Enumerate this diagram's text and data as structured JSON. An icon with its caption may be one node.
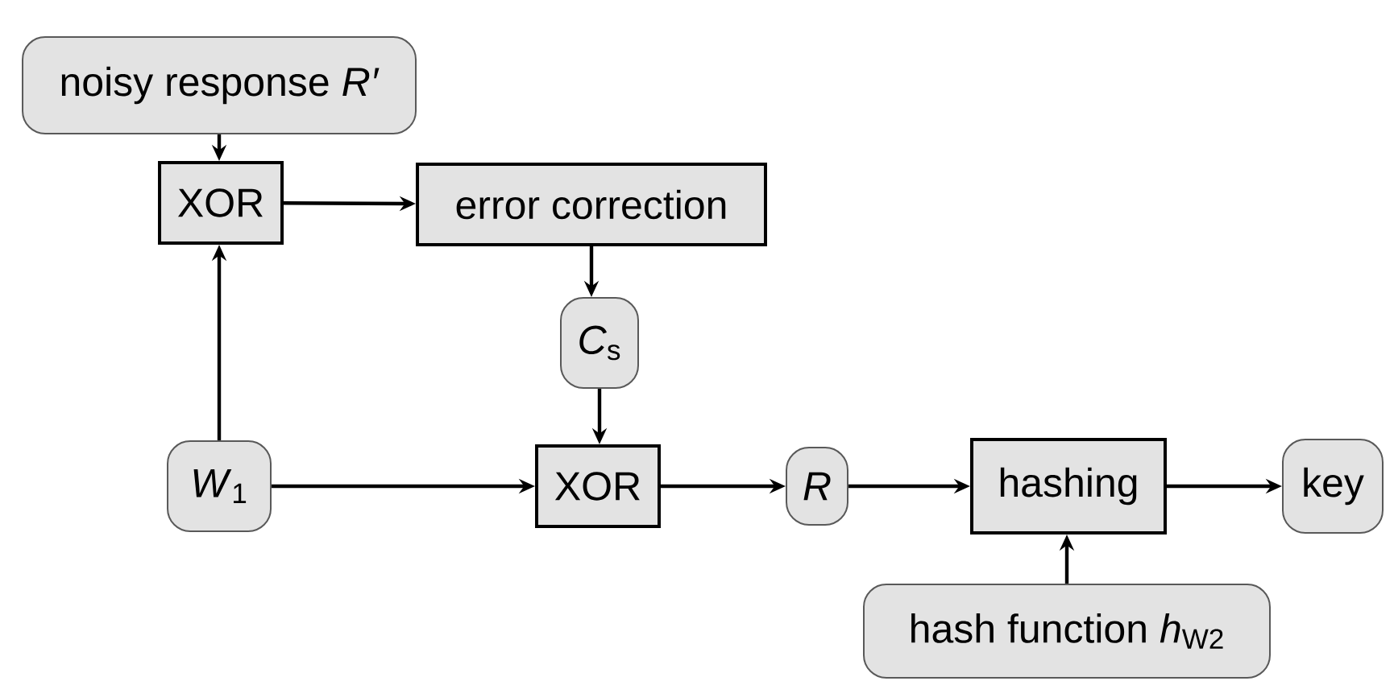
{
  "diagram": {
    "nodes": [
      {
        "text": [
          "noisy response *R′*"
        ]
      },
      {
        "text": [
          "XOR"
        ]
      },
      {
        "text": [
          "error correction"
        ]
      },
      {
        "text": [
          "*C*$_{s}$"
        ]
      },
      {
        "text": [
          "*W*$_{1}$"
        ]
      },
      {
        "text": [
          "XOR"
        ]
      },
      {
        "text": [
          "*R*"
        ]
      },
      {
        "text": [
          "hashing"
        ]
      },
      {
        "text": [
          "key"
        ]
      },
      {
        "text": [
          "hash function *h*$_{W2}$"
        ]
      }
    ],
    "edges": [
      {
        "from": 0,
        "to": 1,
        "arrow": "to"
      },
      {
        "from": 4,
        "to": 1,
        "arrow": "to"
      },
      {
        "from": 1,
        "to": 2,
        "arrow": "to"
      },
      {
        "from": 2,
        "to": 3,
        "arrow": "to"
      },
      {
        "from": 3,
        "to": 5,
        "arrow": "to"
      },
      {
        "from": 4,
        "to": 5,
        "arrow": "to"
      },
      {
        "from": 5,
        "to": 6,
        "arrow": "to"
      },
      {
        "from": 6,
        "to": 7,
        "arrow": "to"
      },
      {
        "from": 7,
        "to": 8,
        "arrow": "to"
      },
      {
        "from": 9,
        "to": 7,
        "arrow": "to"
      }
    ]
  }
}
